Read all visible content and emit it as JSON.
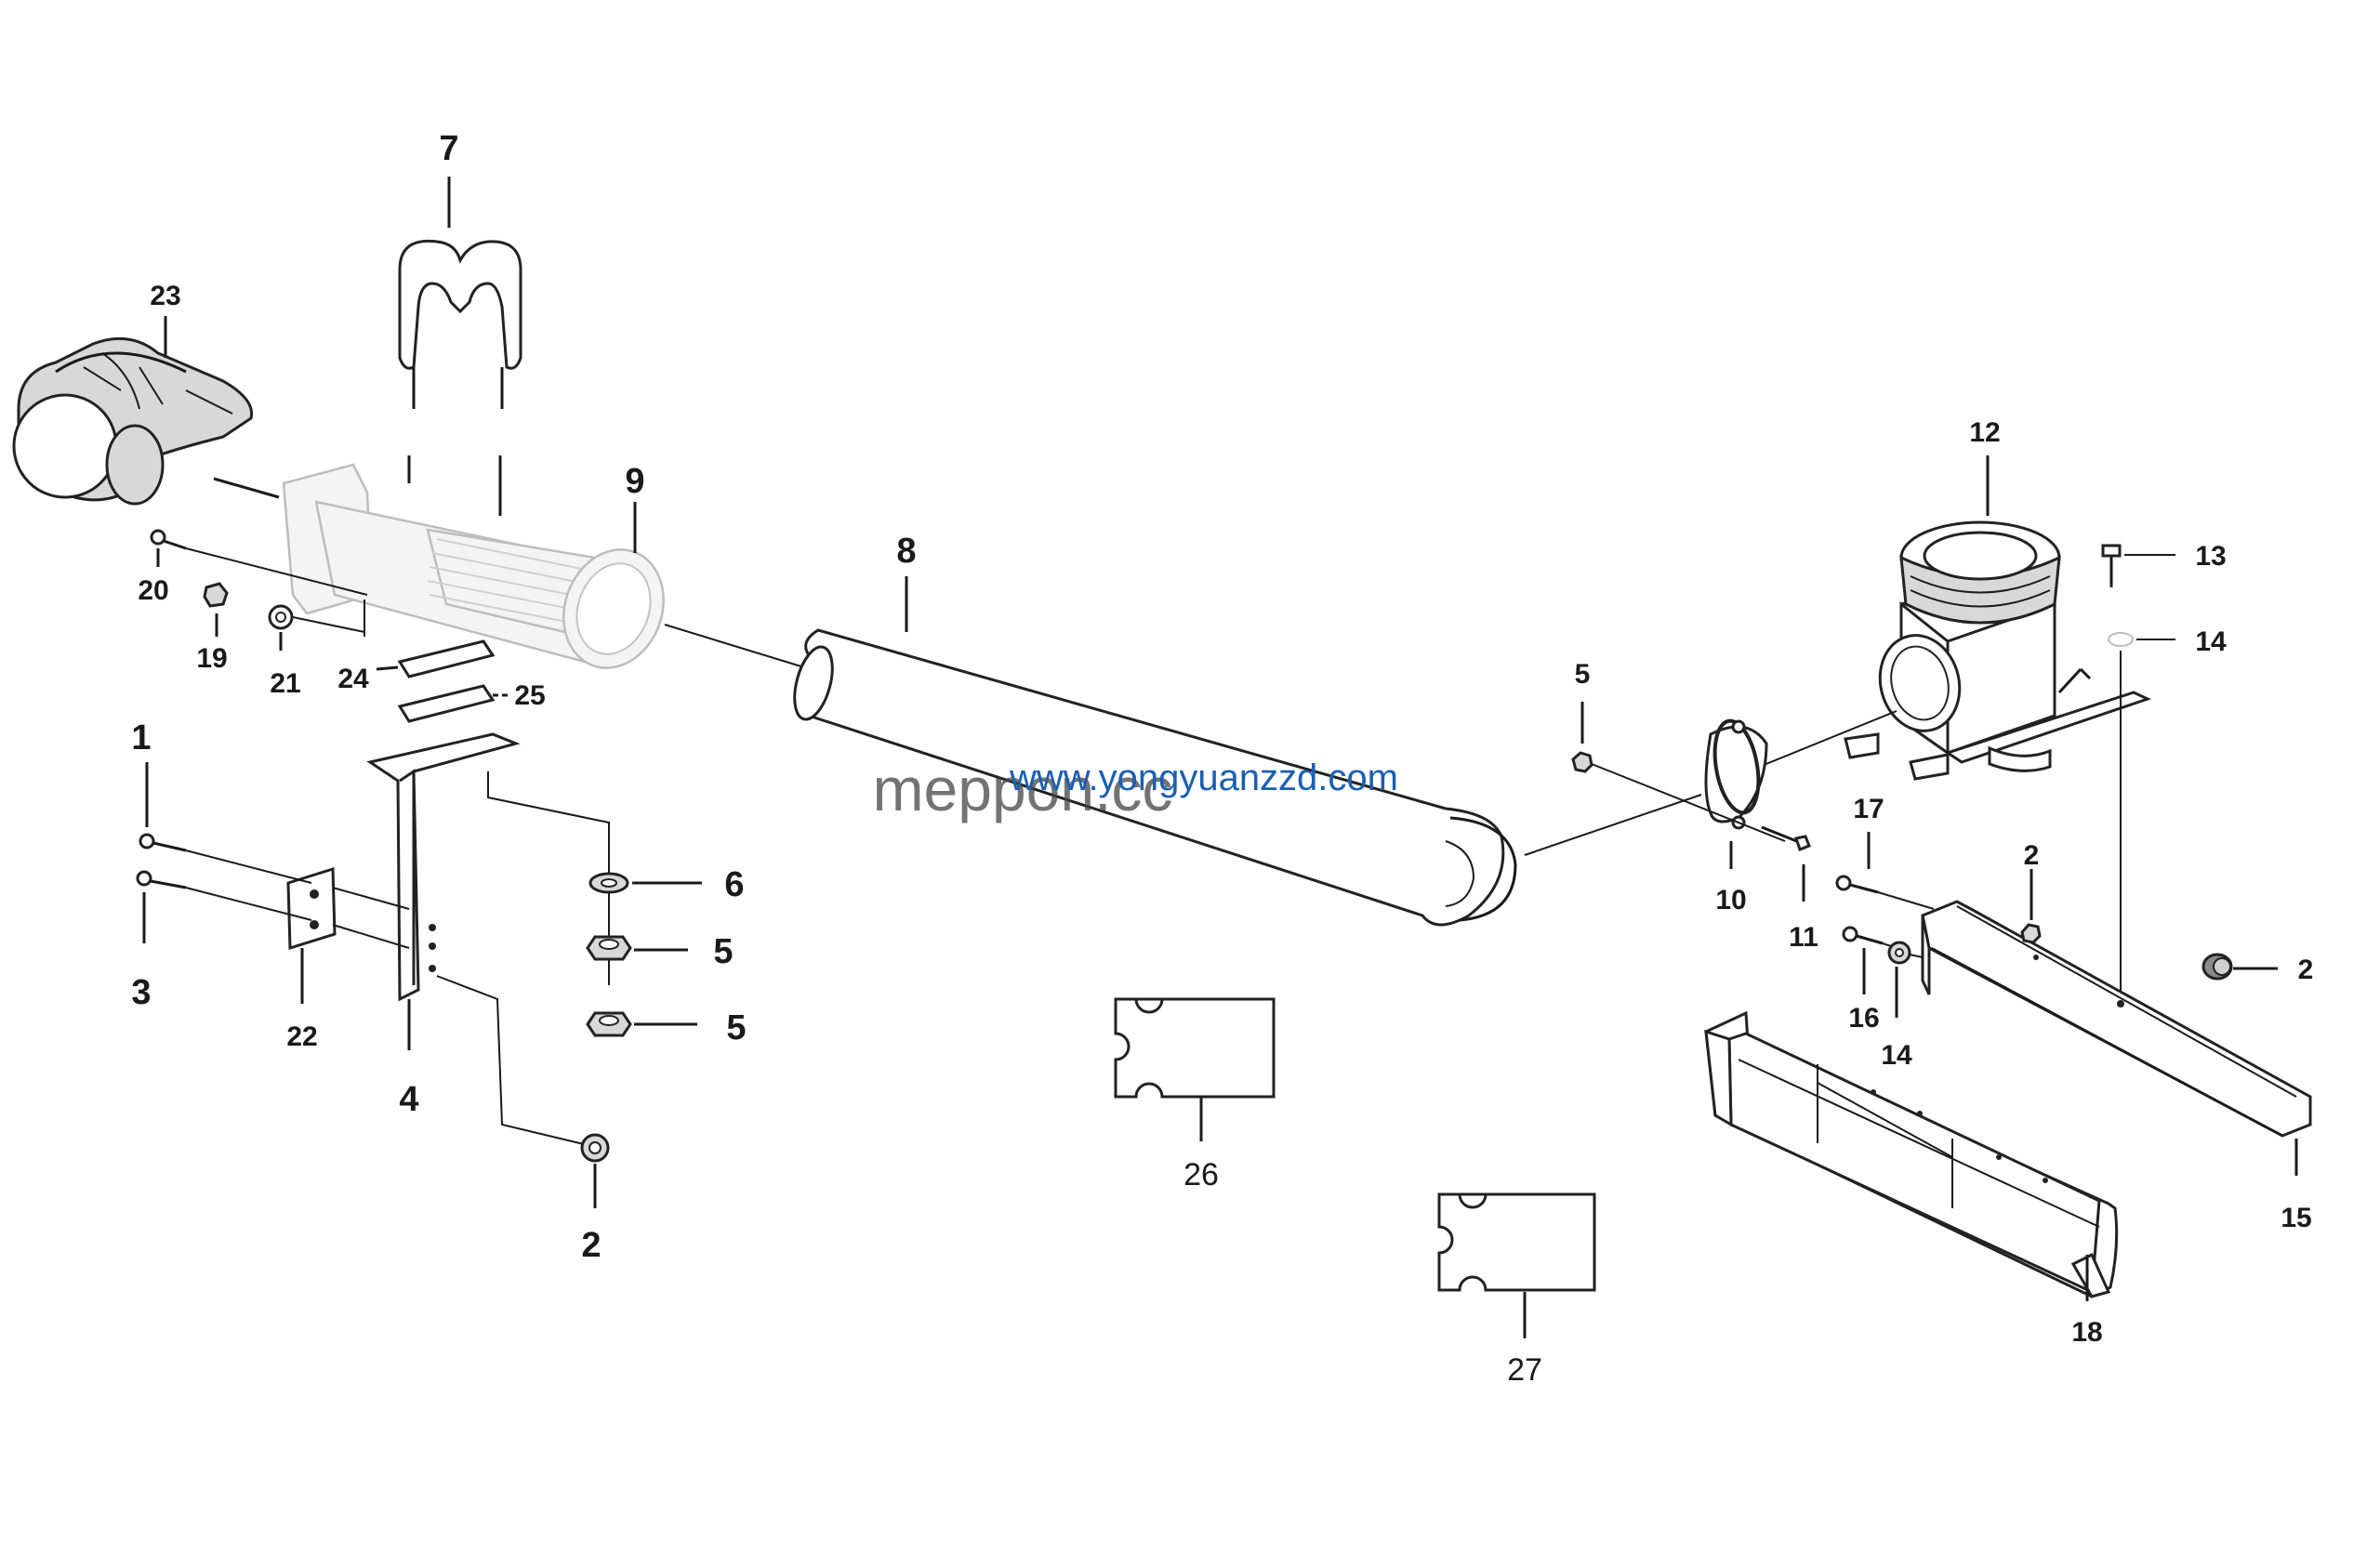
{
  "labels": {
    "p1": "1",
    "p2a": "2",
    "p2b": "2",
    "p2c": "2",
    "p3": "3",
    "p4": "4",
    "p5a": "5",
    "p5b": "5",
    "p5c": "5",
    "p6": "6",
    "p7": "7",
    "p8": "8",
    "p9": "9",
    "p10": "10",
    "p11": "11",
    "p12": "12",
    "p13": "13",
    "p14a": "14",
    "p14b": "14",
    "p15": "15",
    "p16": "16",
    "p17": "17",
    "p18": "18",
    "p19": "19",
    "p20": "20",
    "p21": "21",
    "p22": "22",
    "p23": "23",
    "p24": "24",
    "p25": "25",
    "p26": "26",
    "p27": "27"
  },
  "watermark": {
    "primary": "www.yongyuanzzd.com",
    "secondary": "meppon.cc",
    "color": "#1a5fb4"
  }
}
